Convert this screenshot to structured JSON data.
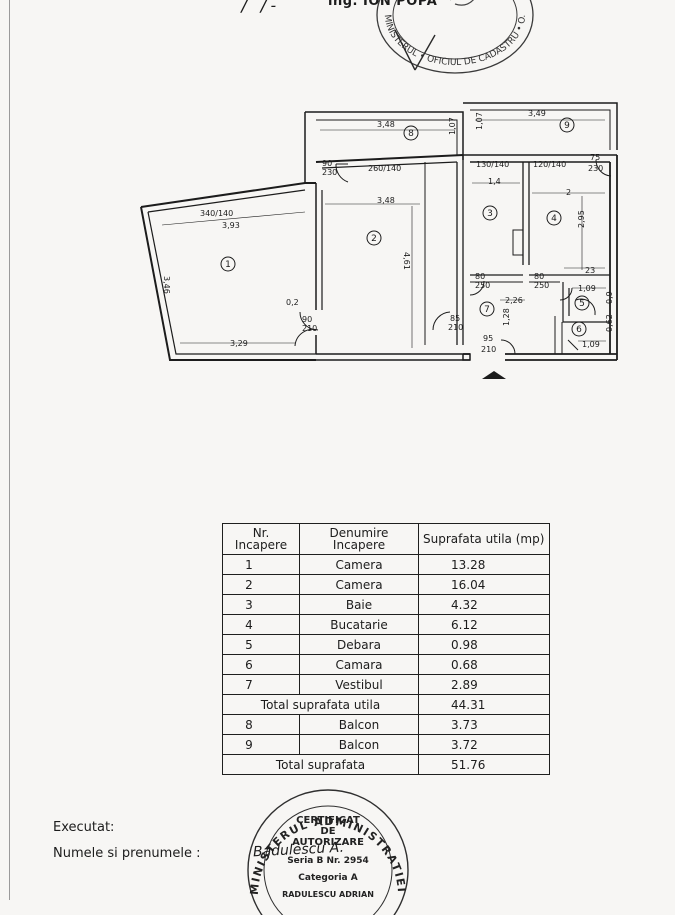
{
  "header": {
    "author": "ing. ION POPA",
    "stamp_text": "MINISTERUL • OFICIUL DE CADASTRU • O.N.C.G.C."
  },
  "plan": {
    "rooms": {
      "r1": "1",
      "r2": "2",
      "r3": "3",
      "r4": "4",
      "r5": "5",
      "r6": "6",
      "r7": "7",
      "r8": "8",
      "r9": "9"
    },
    "dims": {
      "d_393": "3,93",
      "d_340_140": "340/140",
      "d_346": "3,46",
      "d_329": "3,29",
      "d_02": "0,2",
      "d_90_210": "90\n210",
      "d_90_230": "90\n230",
      "d_348_top": "3,48",
      "d_107_left": "1,07",
      "d_260_140": "260/140",
      "d_348_mid": "3,48",
      "d_461": "4,61",
      "d_349": "3,49",
      "d_107_right": "1,07",
      "d_130_140": "130/140",
      "d_120_140": "120/140",
      "d_75_230": "75\n230",
      "d_14": "1,4",
      "d_2": "2",
      "d_295": "2,95",
      "d_23": "23",
      "d_80_250_a": "80\n250",
      "d_80_250_b": "80\n250",
      "d_226": "2,26",
      "d_109_top": "1,09",
      "d_09": "0,9",
      "d_85_210": "85\n210",
      "d_128": "1,28",
      "d_95_210": "95\n210",
      "d_062": "0,62",
      "d_109_bottom": "1,09"
    }
  },
  "table": {
    "headers": [
      "Nr. Incapere",
      "Denumire Incapere",
      "Suprafata utila (mp)"
    ],
    "rows": [
      {
        "nr": "1",
        "name": "Camera",
        "area": "13.28"
      },
      {
        "nr": "2",
        "name": "Camera",
        "area": "16.04"
      },
      {
        "nr": "3",
        "name": "Baie",
        "area": "4.32"
      },
      {
        "nr": "4",
        "name": "Bucatarie",
        "area": "6.12"
      },
      {
        "nr": "5",
        "name": "Debara",
        "area": "0.98"
      },
      {
        "nr": "6",
        "name": "Camara",
        "area": "0.68"
      },
      {
        "nr": "7",
        "name": "Vestibul",
        "area": "2.89"
      }
    ],
    "total_useful": {
      "label": "Total suprafata utila",
      "area": "44.31"
    },
    "balcony_rows": [
      {
        "nr": "8",
        "name": "Balcon",
        "area": "3.73"
      },
      {
        "nr": "9",
        "name": "Balcon",
        "area": "3.72"
      }
    ],
    "total": {
      "label": "Total suprafata",
      "area": "51.76"
    }
  },
  "footer": {
    "executed_label": "Executat:",
    "name_label": "Numele si prenumele :",
    "signature": "Badulescu A."
  },
  "stamp": {
    "ring": "MINISTERUL ADMINISTRATIEI PUBLICE",
    "line1": "CERTIFICAT",
    "line2": "DE",
    "line3": "AUTORIZARE",
    "line4": "Seria B Nr. 2954",
    "line5": "Categoria A",
    "line6": "RADULESCU ADRIAN"
  }
}
